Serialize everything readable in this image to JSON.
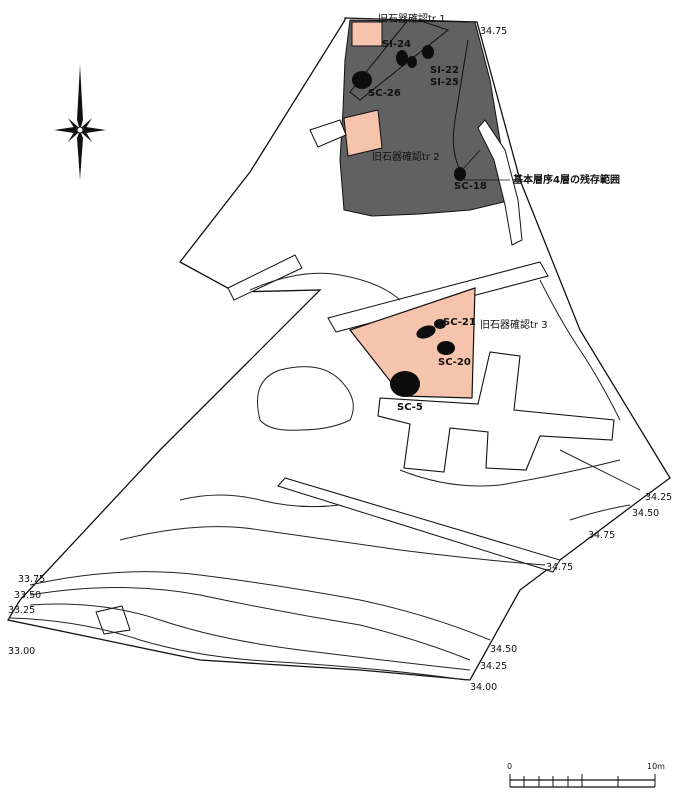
{
  "colors": {
    "remaining_layer": "#616161",
    "trench_fill": "#f6c3ac",
    "pit": "#0d0d0d",
    "line": "#111111"
  },
  "icons": {
    "north_arrow": "compass-star-icon"
  },
  "trenches": {
    "tr1": "旧石器確認tr 1",
    "tr2": "旧石器確認tr 2",
    "tr3": "旧石器確認tr 3"
  },
  "features": {
    "si24": "SI-24",
    "si22": "SI-22",
    "si25": "SI-25",
    "sc26": "SC-26",
    "sc18": "SC-18",
    "sc21": "SC-21",
    "sc20": "SC-20",
    "sc5": "SC-5"
  },
  "legend_note": "基本層序4層の残存範囲",
  "contour_labels": {
    "top": "34.75",
    "r1": "34.25",
    "r2": "34.50",
    "r3": "34.75",
    "r4": "34.75",
    "l1": "33.75",
    "l2": "33.50",
    "l3": "33.25",
    "l4": "33.00",
    "b1": "34.50",
    "b2": "34.25",
    "b3": "34.00"
  },
  "scale_bar": {
    "start": "0",
    "end": "10m"
  }
}
